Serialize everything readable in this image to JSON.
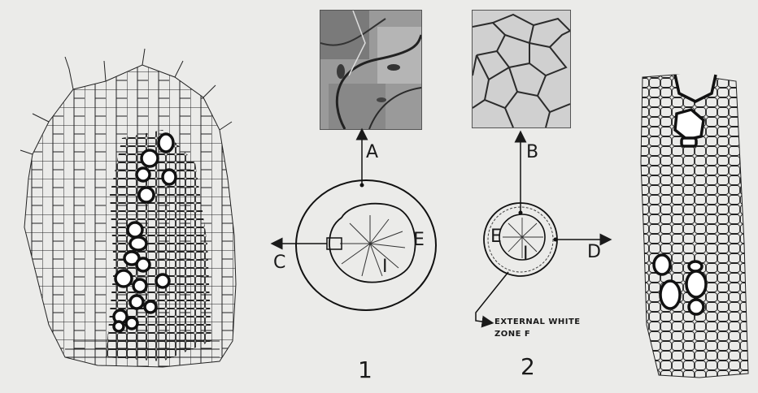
{
  "labels": {
    "A": "A",
    "B": "B",
    "C": "C",
    "D": "D",
    "E1": "E",
    "E2": "E",
    "I1": "I",
    "I2": "I",
    "zone_line1": "EXTERNAL WHITE",
    "zone_line2": "ZONE F",
    "fig1": "1",
    "fig2": "2"
  }
}
